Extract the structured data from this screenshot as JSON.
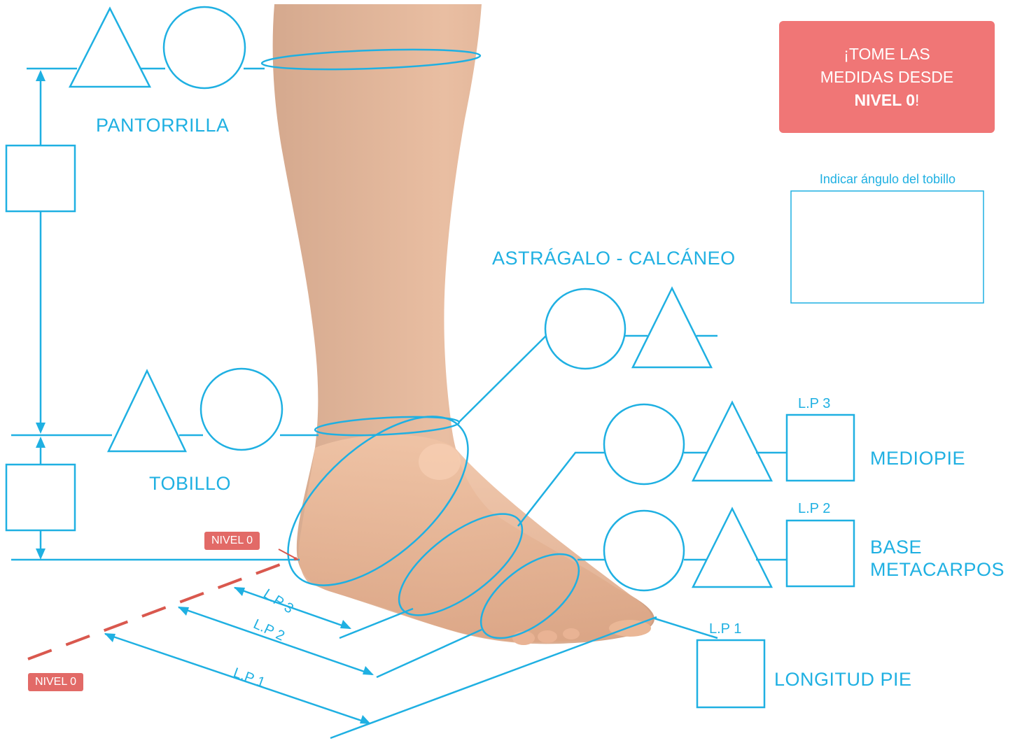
{
  "labels": {
    "pantorrilla": "PANTORRILLA",
    "tobillo": "TOBILLO",
    "astragalo": "ASTRÁGALO - CALCÁNEO",
    "mediopie": "MEDIOPIE",
    "base_line1": "BASE",
    "base_line2": "METACARPOS",
    "longitud_pie": "LONGITUD PIE"
  },
  "lp": {
    "lp1": "L.P 1",
    "lp2": "L.P 2",
    "lp3": "L.P 3"
  },
  "nivel0": "NIVEL 0",
  "notice": {
    "line1": "¡TOME LAS",
    "line2": "MEDIDAS DESDE",
    "strong": "NIVEL 0",
    "tail": "!"
  },
  "angle_box_label": "Indicar ángulo del tobillo",
  "colors": {
    "line": "#1fb0e2",
    "accent": "#e26a67",
    "notice_bg": "#f07676",
    "skin": "#e7b493"
  }
}
